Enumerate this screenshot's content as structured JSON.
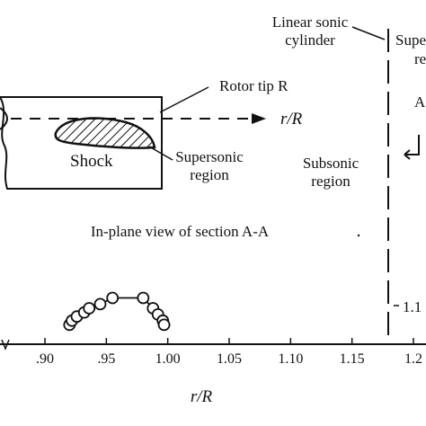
{
  "labels": {
    "linear_sonic_1": "Linear sonic",
    "linear_sonic_2": "cylinder",
    "supe_1": "Supe",
    "supe_2": "re",
    "rotor_tip": "Rotor tip R",
    "r_over_r_arrow": "r/R",
    "shock": "Shock",
    "supersonic_1": "Supersonic",
    "supersonic_2": "region",
    "subsonic_1": "Subsonic",
    "subsonic_2": "region",
    "section_view": "In-plane view of section A-A",
    "right_a": "A",
    "right_value": "1.1",
    "axis_title": "r/R"
  },
  "axis": {
    "ticks": [
      ".90",
      ".95",
      "1.00",
      "1.05",
      "1.10",
      "1.15",
      "1.2"
    ],
    "range": [
      0.9,
      1.2
    ]
  },
  "circles": [
    {
      "x": 0.92,
      "y": 1
    },
    {
      "x": 0.922,
      "y": 2
    },
    {
      "x": 0.926,
      "y": 3
    },
    {
      "x": 0.932,
      "y": 4
    },
    {
      "x": 0.936,
      "y": 5
    },
    {
      "x": 0.945,
      "y": 6
    },
    {
      "x": 0.955,
      "y": 7.5
    },
    {
      "x": 0.98,
      "y": 7.5
    },
    {
      "x": 0.988,
      "y": 5
    },
    {
      "x": 0.992,
      "y": 3.5
    },
    {
      "x": 0.996,
      "y": 2
    },
    {
      "x": 0.997,
      "y": 1
    }
  ]
}
